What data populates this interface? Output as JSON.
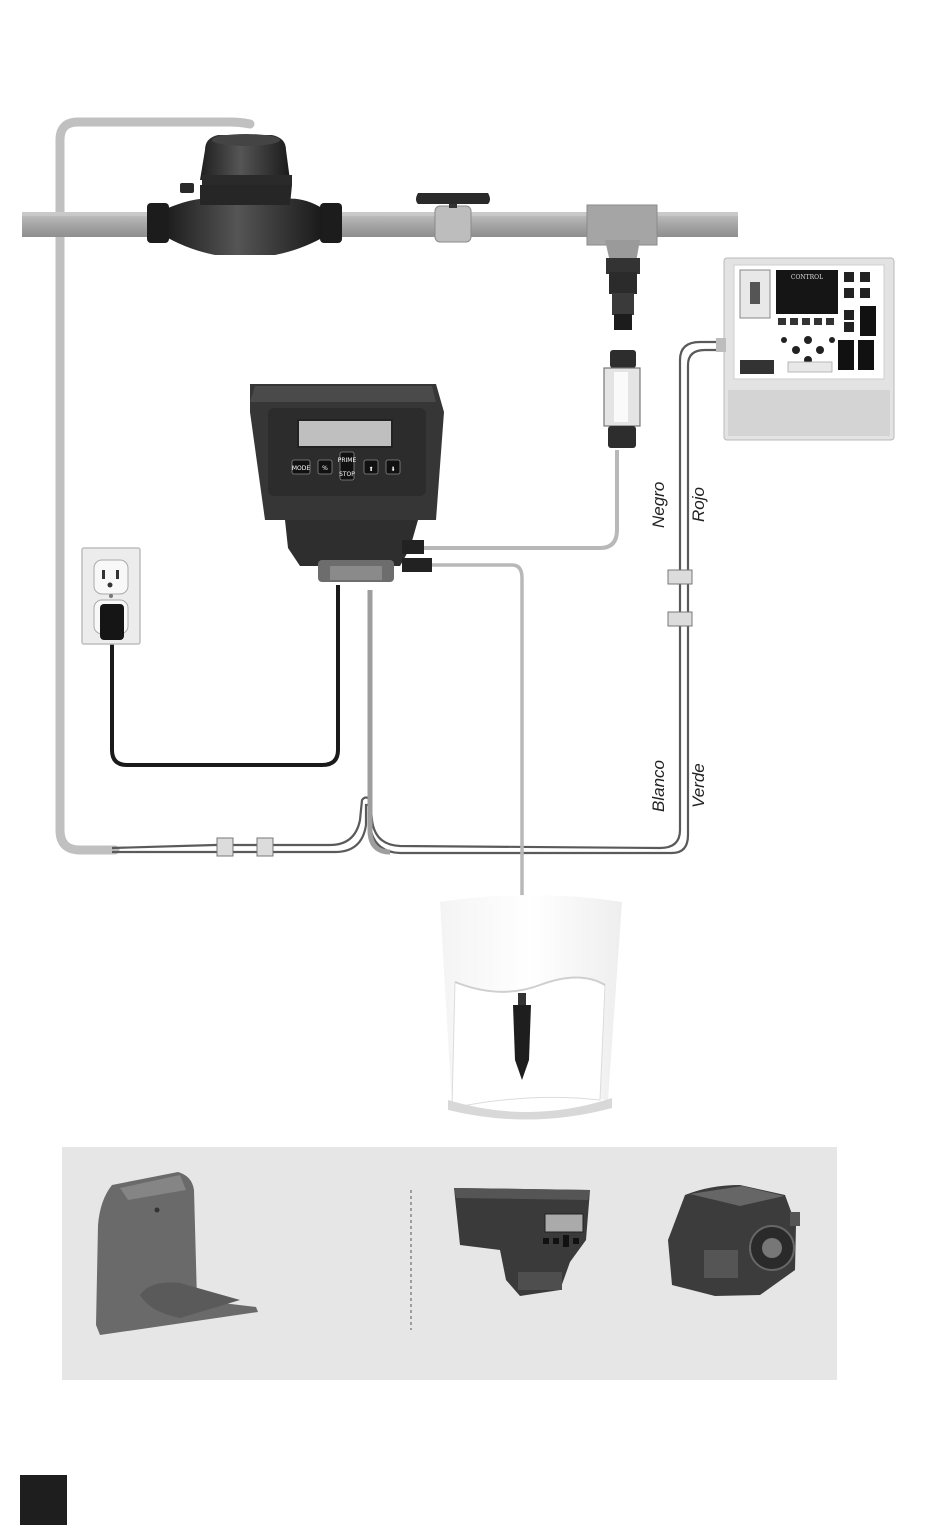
{
  "wire_labels": {
    "black": "Negro",
    "red": "Rojo",
    "white": "Blanco",
    "green": "Verde"
  },
  "pump_keys": {
    "mode": "MODE",
    "percent": "%",
    "prime_top": "PRIME",
    "prime_bottom": "STOP",
    "up": "⬆",
    "down": "⬇"
  },
  "controller": {
    "title": "CONTROL"
  },
  "colors": {
    "pipe": "#a8a8a8",
    "tubing": "#bdbdbd",
    "cable": "#4a4a4a",
    "housing": "#3a3a3a",
    "panel_bg": "#e2e2e2",
    "accessory_bg": "#e6e6e6",
    "page_marker": "#1e1e1e"
  },
  "icons": [
    "water-meter-icon",
    "ball-valve-icon",
    "injection-check-valve-icon",
    "power-outlet-icon",
    "metering-pump-icon",
    "controller-panel-icon",
    "foot-valve-icon",
    "mounting-bracket-icon",
    "pump-head-icon"
  ]
}
